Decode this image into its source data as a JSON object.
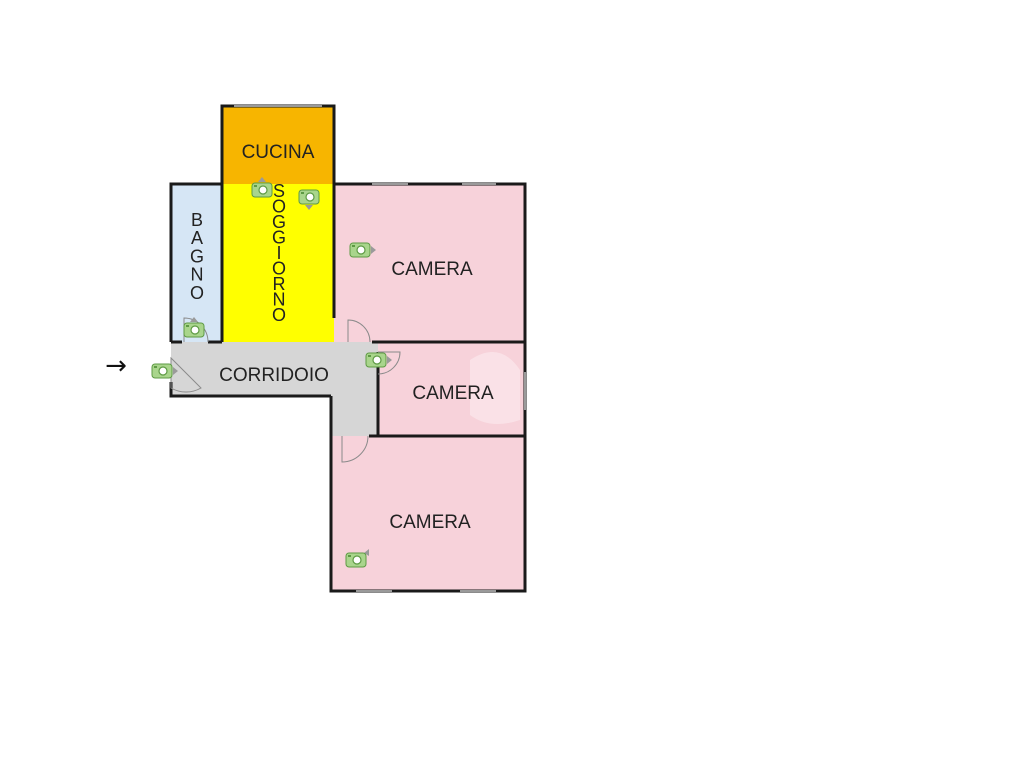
{
  "rooms": {
    "cucina": {
      "label": "CUCINA",
      "color": "#f7b500"
    },
    "soggiorno": {
      "label": "SOGGIORNO",
      "color": "#ffff00"
    },
    "bagno": {
      "label": "BAGNO",
      "color": "#d6e6f5"
    },
    "corridoio": {
      "label": "CORRIDOIO",
      "color": "#d6d6d6"
    },
    "camera_1": {
      "label": "CAMERA",
      "color": "#f7d2da"
    },
    "camera_2": {
      "label": "CAMERA",
      "color": "#f7d2da"
    },
    "camera_3": {
      "label": "CAMERA",
      "color": "#f7d2da"
    }
  },
  "entrance_arrow": "→",
  "icons": {
    "camera": "camera-icon",
    "arrow": "entrance-arrow-icon"
  }
}
